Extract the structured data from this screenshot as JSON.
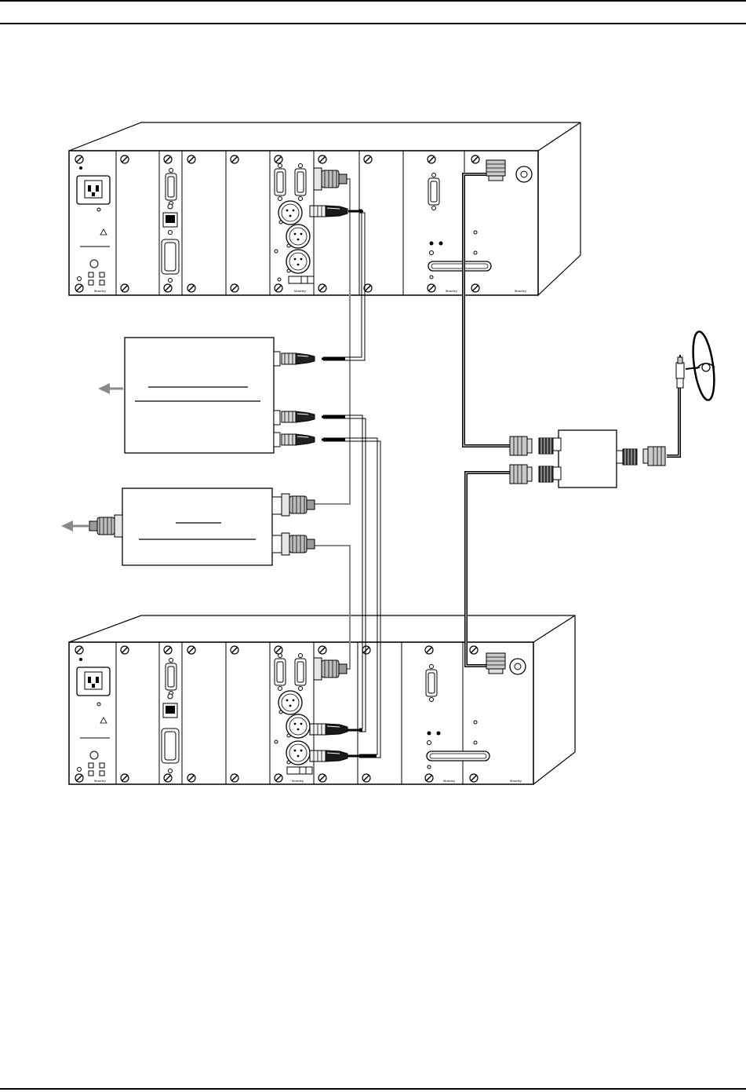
{
  "figure": {
    "upper_rack": {
      "brand_labels": [
        "Moseley",
        "Moseley",
        "Moseley",
        "Moseley"
      ]
    },
    "lower_rack": {
      "brand_labels": [
        "Moseley",
        "Moseley",
        "Moseley",
        "Moseley"
      ]
    },
    "colors": {
      "line": "#000000",
      "cable_grey": "#8a8a8a",
      "connector_grey": "#c8c8c8",
      "arrow_grey": "#8a8a8a"
    }
  }
}
